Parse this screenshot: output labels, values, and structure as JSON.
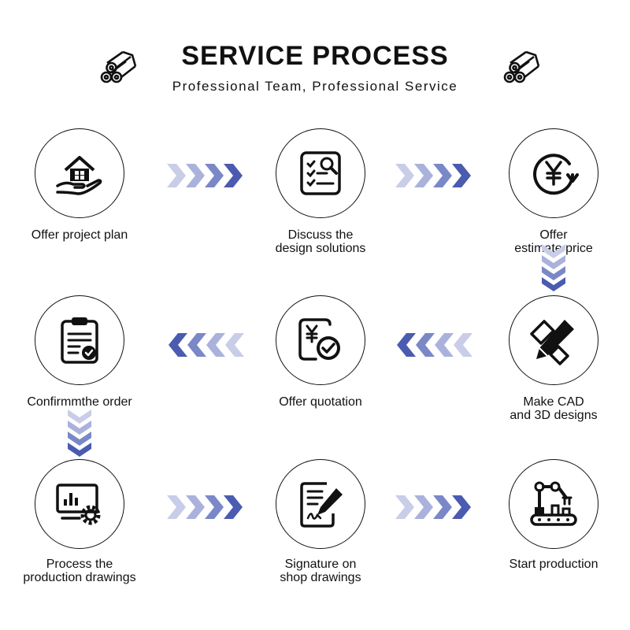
{
  "header": {
    "title": "SERVICE PROCESS",
    "subtitle": "Professional Team, Professional Service"
  },
  "colors": {
    "accent": "#4a5bb0",
    "accent_light": "#c9cde8",
    "ink": "#111111"
  },
  "logo_icon": "pipes-icon",
  "steps": [
    {
      "label": "Offer project plan",
      "icon": "house-in-hand-icon"
    },
    {
      "label": "Discuss the\ndesign solutions",
      "icon": "checklist-magnifier-icon"
    },
    {
      "label": "Offer\nestimate price",
      "icon": "yen-refresh-icon"
    },
    {
      "label": "Make CAD\nand 3D designs",
      "icon": "pencil-ruler-icon"
    },
    {
      "label": "Offer quotation",
      "icon": "yen-check-icon"
    },
    {
      "label": "Confirmmthe order",
      "icon": "clipboard-check-icon"
    },
    {
      "label": "Process the\nproduction drawings",
      "icon": "monitor-gear-icon"
    },
    {
      "label": "Signature on\nshop drawings",
      "icon": "document-signature-icon"
    },
    {
      "label": "Start production",
      "icon": "robot-arm-icon"
    }
  ]
}
